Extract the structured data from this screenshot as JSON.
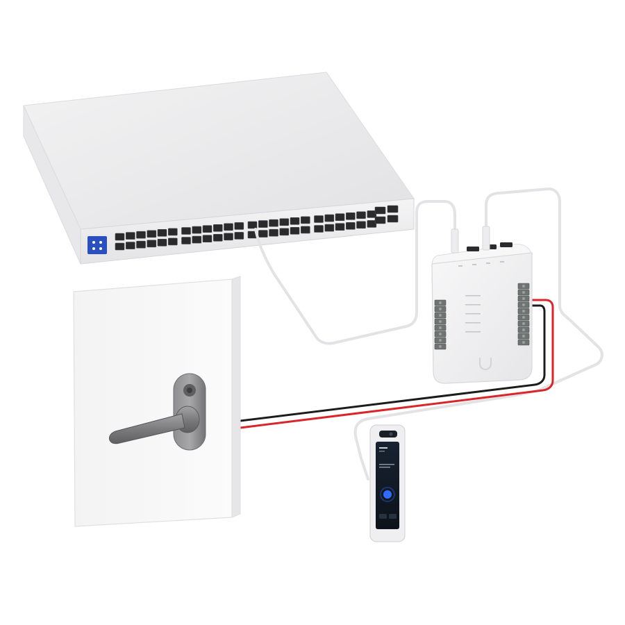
{
  "diagram": {
    "components": [
      {
        "id": "network-switch",
        "kind": "poe-switch",
        "port_rows": 2,
        "ports_per_row": 24,
        "sfp_ports": 4
      },
      {
        "id": "access-hub",
        "kind": "door-access-hub",
        "terminal_blocks": 2
      },
      {
        "id": "door",
        "kind": "door-with-lever-lock"
      },
      {
        "id": "reader",
        "kind": "access-reader-intercom"
      }
    ],
    "connections": [
      {
        "from": "network-switch",
        "to": "access-hub",
        "cable": "ethernet"
      },
      {
        "from": "access-hub",
        "to": "door",
        "cable": "lock-power"
      },
      {
        "from": "access-hub",
        "to": "reader",
        "cable": "ethernet"
      }
    ],
    "colors": {
      "device_body": "#eeeeef",
      "device_edge": "#d9d9dc",
      "cable_white": "#e6e6e8",
      "cable_red": "#d8262b",
      "cable_black": "#1c1c1c",
      "switch_logo_bg": "#2a4fbf",
      "lock_metal": "#8d8d8f",
      "reader_screen": "#101820",
      "reader_accent": "#2f6bff"
    },
    "icons": [
      "ubiquiti-u-logo",
      "door-lever-icon",
      "reader-screen-icon"
    ]
  }
}
